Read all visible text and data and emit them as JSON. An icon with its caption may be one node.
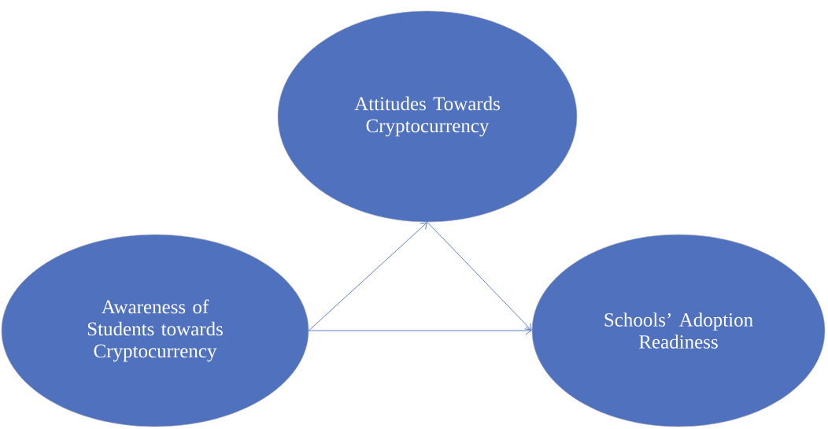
{
  "diagram": {
    "nodes": [
      {
        "text": [
          "Attitudes Towards Cryptocurrency"
        ]
      },
      {
        "text": [
          "Awareness of Students towards Cryptocurrency"
        ]
      },
      {
        "text": [
          "Schools’ Adoption Readiness"
        ]
      }
    ],
    "edges": [
      {
        "from": 1,
        "to": 0,
        "arrow": "to"
      },
      {
        "from": 0,
        "to": 2,
        "arrow": "to"
      },
      {
        "from": 1,
        "to": 2,
        "arrow": "to"
      }
    ]
  }
}
